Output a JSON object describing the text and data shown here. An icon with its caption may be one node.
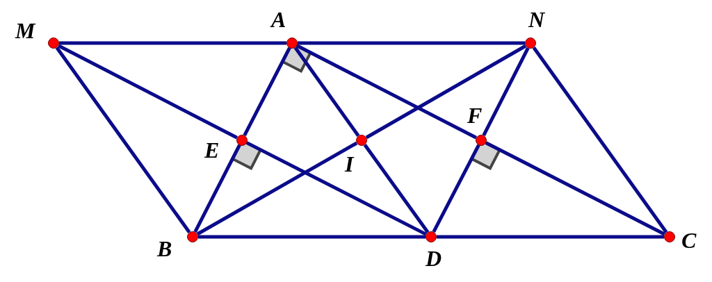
{
  "diagram": {
    "nodes": [
      {
        "text": [],
        "shape": "circle",
        "beside": [
          "M"
        ]
      },
      {
        "text": [],
        "shape": "circle",
        "beside": [
          "A"
        ]
      },
      {
        "text": [],
        "shape": "circle",
        "beside": [
          "N"
        ]
      },
      {
        "text": [],
        "shape": "circle",
        "beside": [
          "E"
        ]
      },
      {
        "text": [],
        "shape": "circle",
        "beside": [
          "I"
        ]
      },
      {
        "text": [],
        "shape": "circle",
        "beside": [
          "F"
        ]
      },
      {
        "text": [],
        "shape": "circle",
        "beside": [
          "B"
        ]
      },
      {
        "text": [],
        "shape": "circle",
        "beside": [
          "D"
        ]
      },
      {
        "text": [],
        "shape": "circle",
        "beside": [
          "C"
        ]
      }
    ],
    "edges": [
      {
        "from": 0,
        "to": 1,
        "arrow": "none"
      },
      {
        "from": 1,
        "to": 2,
        "arrow": "none"
      },
      {
        "from": 0,
        "to": 3,
        "arrow": "none"
      },
      {
        "from": 3,
        "to": 7,
        "arrow": "none"
      },
      {
        "from": 1,
        "to": 3,
        "arrow": "none"
      },
      {
        "from": 3,
        "to": 6,
        "arrow": "none"
      },
      {
        "from": 1,
        "to": 4,
        "arrow": "none"
      },
      {
        "from": 4,
        "to": 7,
        "arrow": "none"
      },
      {
        "from": 2,
        "to": 4,
        "arrow": "none"
      },
      {
        "from": 4,
        "to": 6,
        "arrow": "none"
      },
      {
        "from": 1,
        "to": 5,
        "arrow": "none"
      },
      {
        "from": 5,
        "to": 8,
        "arrow": "none"
      },
      {
        "from": 2,
        "to": 5,
        "arrow": "none"
      },
      {
        "from": 5,
        "to": 7,
        "arrow": "none"
      },
      {
        "from": 0,
        "to": 6,
        "arrow": "none"
      },
      {
        "from": 2,
        "to": 8,
        "arrow": "none"
      },
      {
        "from": 6,
        "to": 7,
        "arrow": "none"
      },
      {
        "from": 7,
        "to": 8,
        "arrow": "none"
      }
    ]
  }
}
